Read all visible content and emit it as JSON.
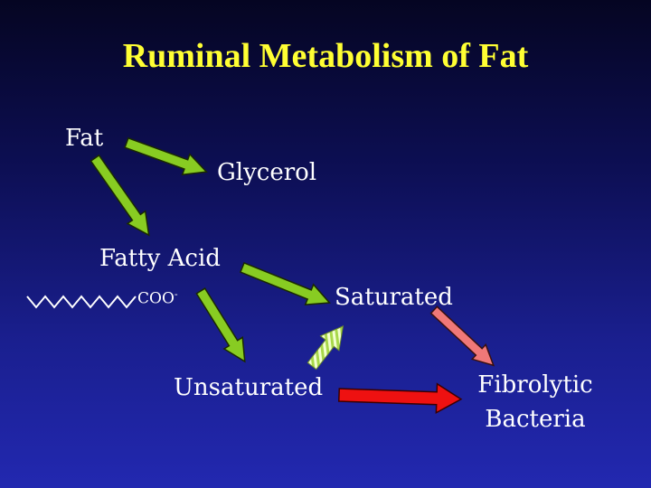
{
  "slide": {
    "title": "Ruminal Metabolism of Fat",
    "nodes": {
      "fat": "Fat",
      "glycerol": "Glycerol",
      "fatty_acid": "Fatty Acid",
      "coo": "COO",
      "coo_charge": "-",
      "saturated": "Saturated",
      "unsaturated": "Unsaturated",
      "fibrolytic_line1": "Fibrolytic",
      "fibrolytic_line2": "Bacteria"
    },
    "colors": {
      "title": "#ffff33",
      "green_arrow": "#88cc22",
      "striped_arrow": "#c8f07a",
      "red_arrow": "#ee1111",
      "pink_arrow": "#f07878"
    }
  }
}
